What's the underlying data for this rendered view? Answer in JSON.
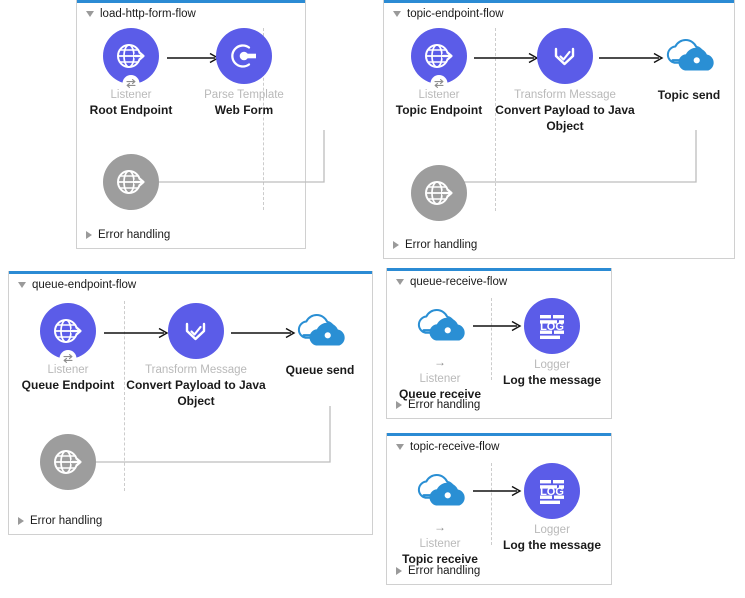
{
  "app": {
    "accent_color": "#2b8bd4",
    "node_color": "#5b5ce8",
    "error_node_color": "#9d9d9d",
    "cloud_color": "#2a8fd4",
    "subtitle_color": "#b9b9b9"
  },
  "common": {
    "error_handling_label": "Error handling",
    "listener_label": "Listener",
    "transform_label": "Transform Message",
    "parse_template_label": "Parse Template",
    "logger_label": "Logger",
    "convert_payload_label": "Convert Payload to Java Object",
    "log_message_label": "Log the message"
  },
  "flows": [
    {
      "id": "load-http-form-flow",
      "title": "load-http-form-flow",
      "nodes": [
        {
          "sub": "Listener",
          "name": "Root Endpoint",
          "icon": "globe-listener-icon"
        },
        {
          "sub": "Parse Template",
          "name": "Web Form",
          "icon": "parse-template-icon"
        },
        {
          "sub": "",
          "name": "",
          "icon": "globe-error-icon"
        }
      ],
      "footer": "Error handling"
    },
    {
      "id": "topic-endpoint-flow",
      "title": "topic-endpoint-flow",
      "nodes": [
        {
          "sub": "Listener",
          "name": "Topic Endpoint",
          "icon": "globe-listener-icon"
        },
        {
          "sub": "Transform Message",
          "name": "Convert Payload to Java Object",
          "icon": "transform-message-icon"
        },
        {
          "sub": "",
          "name": "Topic send",
          "icon": "cloud-send-icon"
        },
        {
          "sub": "",
          "name": "",
          "icon": "globe-error-icon"
        }
      ],
      "footer": "Error handling"
    },
    {
      "id": "queue-endpoint-flow",
      "title": "queue-endpoint-flow",
      "nodes": [
        {
          "sub": "Listener",
          "name": "Queue Endpoint",
          "icon": "globe-listener-icon"
        },
        {
          "sub": "Transform Message",
          "name": "Convert Payload to Java Object",
          "icon": "transform-message-icon"
        },
        {
          "sub": "",
          "name": "Queue send",
          "icon": "cloud-send-icon"
        },
        {
          "sub": "",
          "name": "",
          "icon": "globe-error-icon"
        }
      ],
      "footer": "Error handling"
    },
    {
      "id": "queue-receive-flow",
      "title": "queue-receive-flow",
      "nodes": [
        {
          "sub": "Listener",
          "name": "Queue receive",
          "icon": "cloud-receive-icon"
        },
        {
          "sub": "Logger",
          "name": "Log the message",
          "icon": "log-icon"
        }
      ],
      "footer": "Error handling"
    },
    {
      "id": "topic-receive-flow",
      "title": "topic-receive-flow",
      "nodes": [
        {
          "sub": "Listener",
          "name": "Topic receive",
          "icon": "log-icon-listener"
        },
        {
          "sub": "Logger",
          "name": "Log the message",
          "icon": "log-icon"
        }
      ],
      "footer": "Error handling"
    }
  ]
}
